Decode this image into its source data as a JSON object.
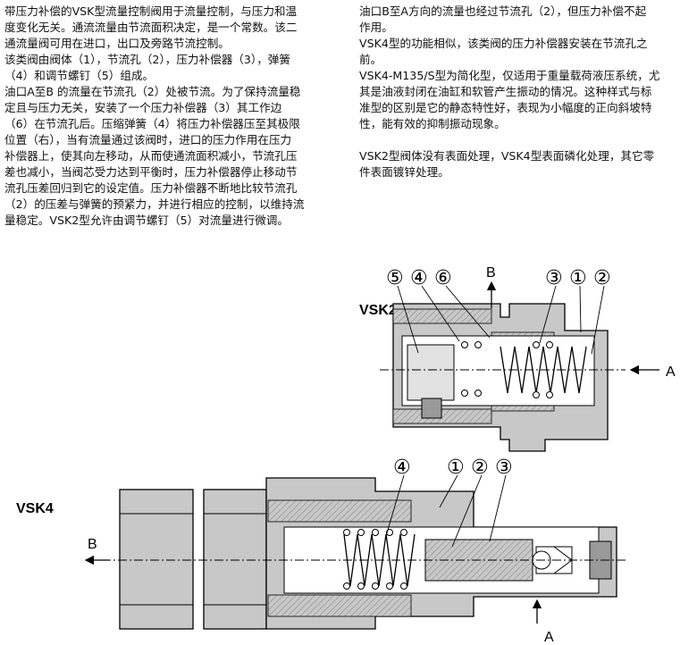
{
  "left_column": {
    "para1": "带压力补偿的VSK型流量控制阀用于流量控制，与压力和温\n度变化无关。通流流量由节流面积决定，是一个常数。该二\n通流量阀可用在进口，出口及旁路节流控制。",
    "para2": "该类阀由阀体（1），节流孔（2），压力补偿器（3），弹簧\n（4）和调节螺钉（5）组成。",
    "para3": "油口A至B 的流量在节流孔（2）处被节流。为了保持流量稳\n定且与压力无关，安装了一个压力补偿器（3）其工作边\n（6）在节流孔后。压缩弹簧（4）将压力补偿器压至其极限\n位置（右），当有流量通过该阀时，进口的压力作用在压力\n补偿器上，使其向左移动，从而使通流面积减小，节流孔压\n差也减小，当阀芯受力达到平衡时，压力补偿器停止移动节\n流孔压差回归到它的设定值。压力补偿器不断地比较节流孔\n（2）的压差与弹簧的预紧力，并进行相应的控制，以维持流\n量稳定。VSK2型允许由调节螺钉（5）对流量进行微调。"
  },
  "right_column": {
    "para1": "油口B至A方向的流量也经过节流孔（2），但压力补偿不起\n作用。",
    "para2": "VSK4型的功能相似，该类阀的压力补偿器安装在节流孔之\n前。",
    "para3": "VSK4-M135/S型为简化型，仅适用于重量载荷液压系统，尤\n其是油液封闭在油缸和软管产生振动的情况。这种样式与标\n准型的区别是它的静态特性好，表现为小幅度的正向斜坡特\n性，能有效的抑制振动现象。",
    "para4": "VSK2型阀体没有表面处理，VSK4型表面磷化处理，其它零\n件表面镀锌处理。"
  },
  "diagram_vsk2": {
    "model_label": "VSK2",
    "callouts": [
      "⑤",
      "④",
      "⑥",
      "③",
      "①",
      "②"
    ],
    "port_top": "B",
    "port_right": "A"
  },
  "diagram_vsk4": {
    "model_label": "VSK4",
    "callouts": [
      "④",
      "①",
      "②",
      "③"
    ],
    "port_left": "B",
    "port_bottom": "A"
  },
  "colors": {
    "body_fill": "#c8c8c8",
    "hatch_line": "#8a8a8a",
    "outline": "#000000",
    "background": "#ffffff"
  }
}
